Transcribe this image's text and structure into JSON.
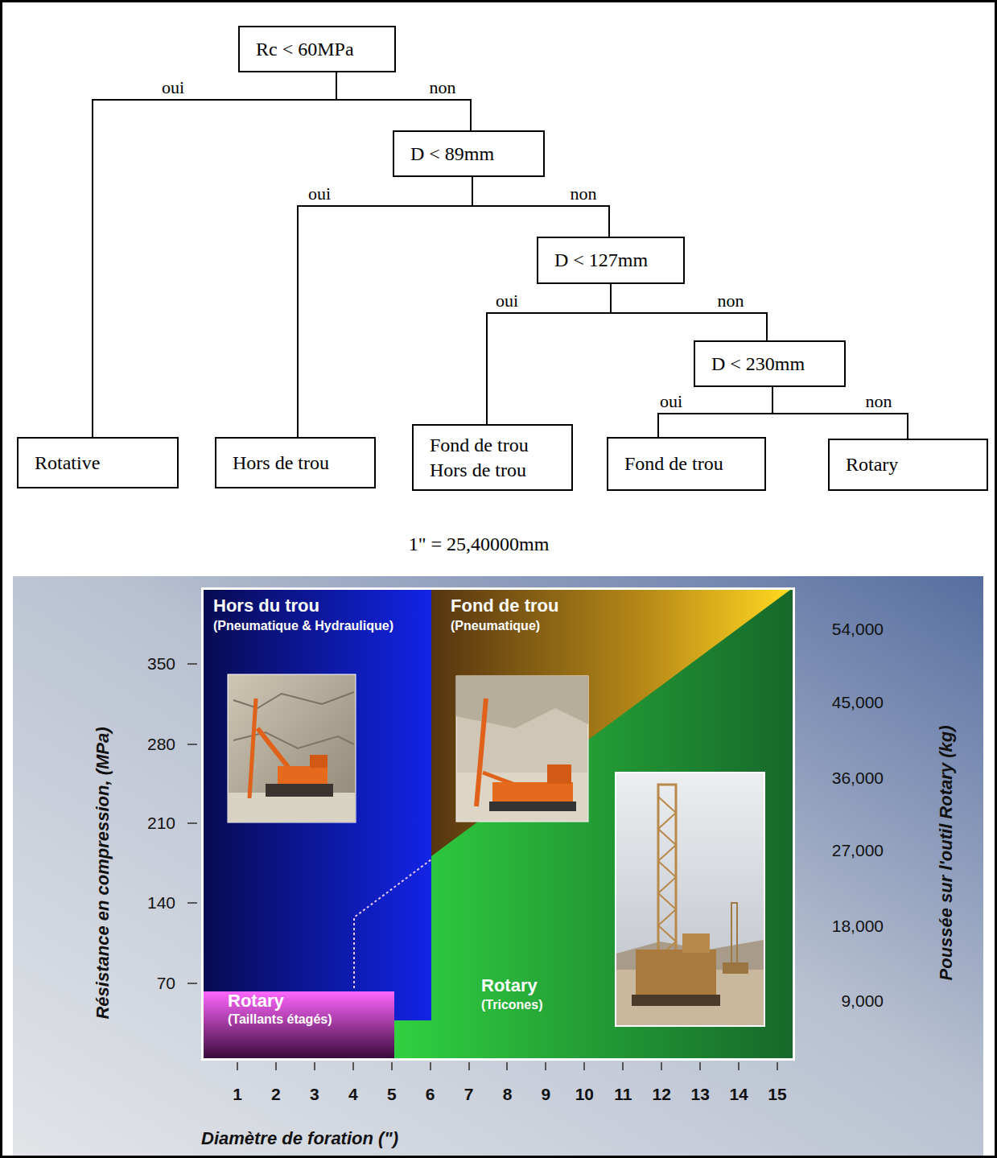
{
  "diagram": {
    "nodes": [
      {
        "text": [
          "Rc < 60MPa"
        ]
      },
      {
        "text": [
          "D < 89mm"
        ]
      },
      {
        "text": [
          "D < 127mm"
        ]
      },
      {
        "text": [
          "D < 230mm"
        ]
      },
      {
        "text": [
          "Rotative"
        ]
      },
      {
        "text": [
          "Hors de trou"
        ]
      },
      {
        "text": [
          "Fond de trou",
          "Hors de trou"
        ]
      },
      {
        "text": [
          "Fond de trou"
        ]
      },
      {
        "text": [
          "Rotary"
        ]
      }
    ],
    "edges": [
      {
        "from": 0,
        "to": 4,
        "label": "oui",
        "arrow": "none"
      },
      {
        "from": 0,
        "to": 1,
        "label": "non",
        "arrow": "none"
      },
      {
        "from": 1,
        "to": 5,
        "label": "oui",
        "arrow": "none"
      },
      {
        "from": 1,
        "to": 2,
        "label": "non",
        "arrow": "none"
      },
      {
        "from": 2,
        "to": 6,
        "label": "oui",
        "arrow": "none"
      },
      {
        "from": 2,
        "to": 3,
        "label": "non",
        "arrow": "none"
      },
      {
        "from": 3,
        "to": 7,
        "label": "oui",
        "arrow": "none"
      },
      {
        "from": 3,
        "to": 8,
        "label": "non",
        "arrow": "none"
      }
    ],
    "labels": [
      "1\" = 25,40000mm",
      "Hors du trou",
      "(Pneumatique & Hydraulique)",
      "Fond de trou",
      "(Pneumatique)",
      "Rotary",
      "(Taillants étagés)",
      "Rotary",
      "(Tricones)",
      "350",
      "280",
      "210",
      "140",
      "70",
      "54,000",
      "45,000",
      "36,000",
      "27,000",
      "18,000",
      "9,000",
      "1",
      "2",
      "3",
      "4",
      "5",
      "6",
      "7",
      "8",
      "9",
      "10",
      "11",
      "12",
      "13",
      "14",
      "15",
      "Résistance en compression, (MPa)",
      "Poussée sur l'outil Rotary (kg)",
      "Diamètre de foration (\")"
    ]
  }
}
